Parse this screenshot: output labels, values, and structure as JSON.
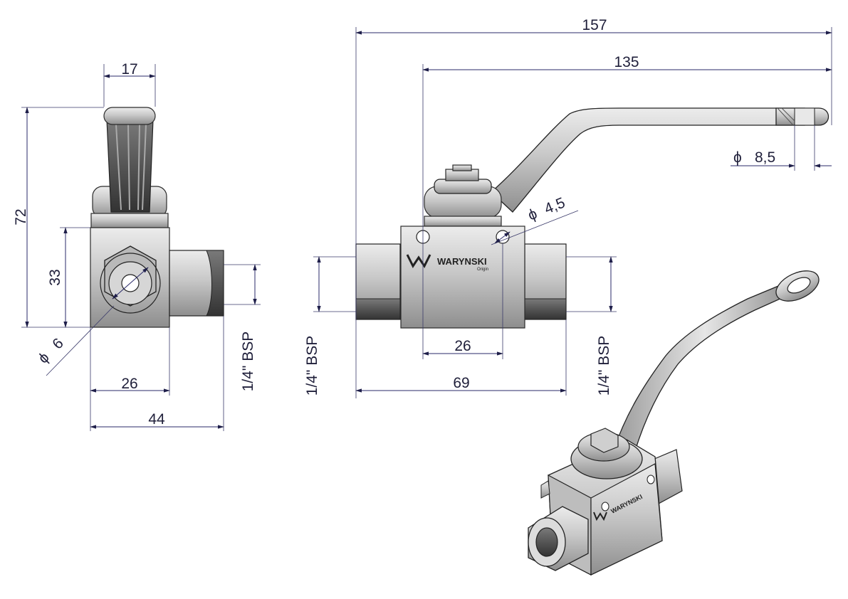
{
  "dimensions": {
    "overall_length": "157",
    "handle_length": "135",
    "handle_hole_dia_symbol": "ϕ",
    "handle_hole_dia": "8,5",
    "mount_hole_dia_symbol": "ϕ",
    "mount_hole_dia": "4,5",
    "mount_hole_spacing": "26",
    "body_length": "69",
    "thread_left": "1/4\" BSP",
    "thread_right": "1/4\" BSP",
    "side_top_width": "17",
    "side_height_total": "72",
    "side_body_height": "33",
    "bore_dia_symbol": "ϕ",
    "bore_dia": "6",
    "side_body_width": "26",
    "side_total_width": "44",
    "side_thread": "1/4\" BSP"
  },
  "branding": {
    "logo_text": "WARYNSKI",
    "logo_sub": "Origin"
  },
  "colors": {
    "metal_light": "#d9d9d9",
    "metal_dark": "#555555",
    "dimension_line": "#2a2a6a",
    "accent_blue": "#1c2a8a"
  }
}
